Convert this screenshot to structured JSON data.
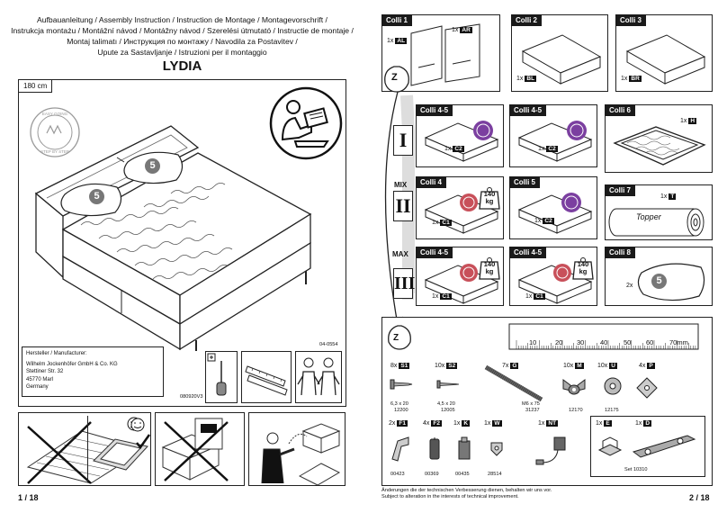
{
  "left": {
    "title_lines": [
      "Aufbauanleitung / Assembly Instruction / Instruction de Montage / Montagevorschrift /",
      "Instrukcja montażu / Montážní návod / Montážny návod / Szerelési útmutató / Instructie de montaje /",
      "Montaj talimatı / Инструкция по монтажу / Navodila za Postavitev /",
      "Upute za Sastavljanje / Istruzioni per il montaggio"
    ],
    "product": "LYDIA",
    "size": "180 cm",
    "badge": "5",
    "seal_text": "EASY GOING · STEP BY STEP",
    "manufacturer": {
      "heading": "Hersteller / Manufacturer:",
      "lines": [
        "Wilhelm Jockenhöfer GmbH & Co. KG",
        "Stettiner Str. 32",
        "45770 Marl",
        "Germany"
      ]
    },
    "doc_code": "04-0554",
    "version": "080920V3",
    "page": "1 / 18"
  },
  "right": {
    "colli": [
      {
        "header": "Colli 1",
        "items": [
          {
            "qty": "1x",
            "code": "AL"
          },
          {
            "qty": "1x",
            "code": "AR"
          }
        ]
      },
      {
        "header": "Colli 2",
        "items": [
          {
            "qty": "1x",
            "code": "BL"
          }
        ]
      },
      {
        "header": "Colli 3",
        "items": [
          {
            "qty": "1x",
            "code": "BR"
          }
        ]
      },
      {
        "header": "Colli 4-5",
        "items": [
          {
            "qty": "1x",
            "code": "C2"
          }
        ]
      },
      {
        "header": "Colli 4-5",
        "items": [
          {
            "qty": "1x",
            "code": "C2"
          }
        ]
      },
      {
        "header": "Colli 6",
        "items": [
          {
            "qty": "1x",
            "code": "H"
          }
        ]
      },
      {
        "header": "Colli 4",
        "items": [
          {
            "qty": "1x",
            "code": "C1"
          }
        ],
        "weight": "140",
        "unit": "kg"
      },
      {
        "header": "Colli 5",
        "items": [
          {
            "qty": "1x",
            "code": "C2"
          }
        ]
      },
      {
        "header": "Colli 7",
        "items": [
          {
            "qty": "1x",
            "code": "T"
          }
        ],
        "label": "Topper"
      },
      {
        "header": "Colli 4-5",
        "items": [
          {
            "qty": "1x",
            "code": "C1"
          }
        ],
        "weight": "140",
        "unit": "kg"
      },
      {
        "header": "Colli 4-5",
        "items": [
          {
            "qty": "1x",
            "code": "C1"
          }
        ],
        "weight": "140",
        "unit": "kg"
      },
      {
        "header": "Colli 8",
        "items": [
          {
            "qty": "2x",
            "code": "5"
          }
        ]
      }
    ],
    "rows": [
      "I",
      "MIX",
      "II",
      "MAX",
      "III"
    ],
    "bag_letter": "Z",
    "ruler": {
      "ticks": [
        "10",
        "20",
        "30",
        "40",
        "50",
        "60",
        "70mm"
      ]
    },
    "parts": [
      {
        "qty": "8x",
        "code": "S1",
        "spec": "6,3 x 20",
        "art": "12200"
      },
      {
        "qty": "10x",
        "code": "S2",
        "spec": "4,5 x 20",
        "art": "12005"
      },
      {
        "qty": "7x",
        "code": "G",
        "spec": "M6 x 75",
        "art": "31237"
      },
      {
        "qty": "10x",
        "code": "M",
        "spec": "",
        "art": "12170"
      },
      {
        "qty": "10x",
        "code": "U",
        "spec": "",
        "art": "12175"
      },
      {
        "qty": "4x",
        "code": "P",
        "spec": "",
        "art": ""
      },
      {
        "qty": "2x",
        "code": "F1",
        "spec": "",
        "art": "00423"
      },
      {
        "qty": "4x",
        "code": "F2",
        "spec": "",
        "art": "00369"
      },
      {
        "qty": "1x",
        "code": "K",
        "spec": "",
        "art": "00435"
      },
      {
        "qty": "1x",
        "code": "W",
        "spec": "",
        "art": "28514"
      },
      {
        "qty": "1x",
        "code": "NT",
        "spec": "",
        "art": ""
      },
      {
        "qty": "1x",
        "code": "E",
        "spec": "",
        "art": ""
      },
      {
        "qty": "1x",
        "code": "D",
        "spec": "",
        "art": ""
      }
    ],
    "set_label": "Set 10310",
    "footer": [
      "Änderungen die der technischen Verbesserung dienen, behalten wir uns vor.",
      "Subject to alteration in the interests of technical improvement."
    ],
    "page": "2 / 18"
  }
}
